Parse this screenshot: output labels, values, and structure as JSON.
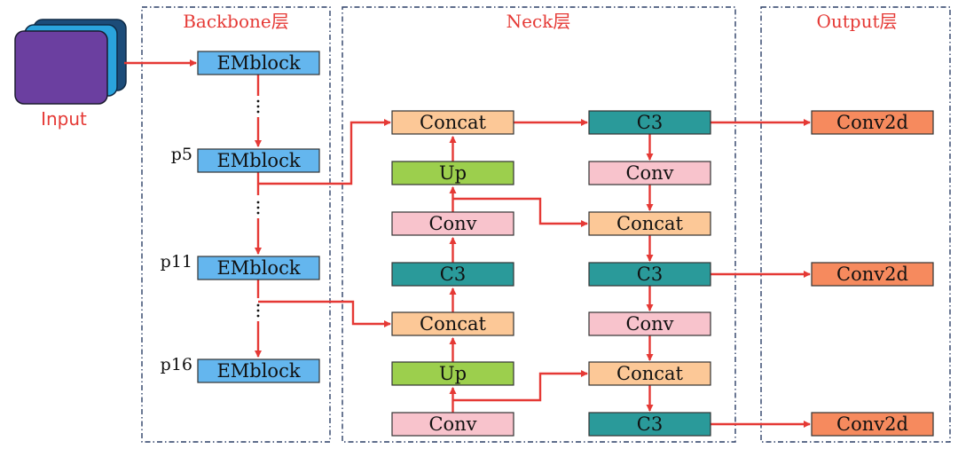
{
  "colors": {
    "arrow": "#e53935",
    "emblock": "#64b6ee",
    "concat": "#fcc897",
    "conv": "#f8c3cc",
    "up": "#9ccf4d",
    "c3": "#2a9a9a",
    "conv2d": "#f68a5e",
    "border": "#333333",
    "section_border": "#2c3e66",
    "title_red": "#e53935",
    "input_fill": "#6b3fa0",
    "input_layer_2": "#2aa3dc",
    "input_layer_3": "#1c4c79"
  },
  "sections": {
    "backbone": "Backbone层",
    "neck": "Neck层",
    "output": "Output层"
  },
  "input": {
    "label": "Input"
  },
  "backbone": {
    "blocks": [
      {
        "label": "EMblock",
        "tag": ""
      },
      {
        "label": "EMblock",
        "tag": "p5"
      },
      {
        "label": "EMblock",
        "tag": "p11"
      },
      {
        "label": "EMblock",
        "tag": "p16"
      }
    ]
  },
  "neck": {
    "col1": [
      "Concat",
      "Up",
      "Conv",
      "C3",
      "Concat",
      "Up",
      "Conv"
    ],
    "col2": [
      "C3",
      "Conv",
      "Concat",
      "C3",
      "Conv",
      "Concat",
      "C3"
    ]
  },
  "output": {
    "blocks": [
      "Conv2d",
      "Conv2d",
      "Conv2d"
    ]
  }
}
